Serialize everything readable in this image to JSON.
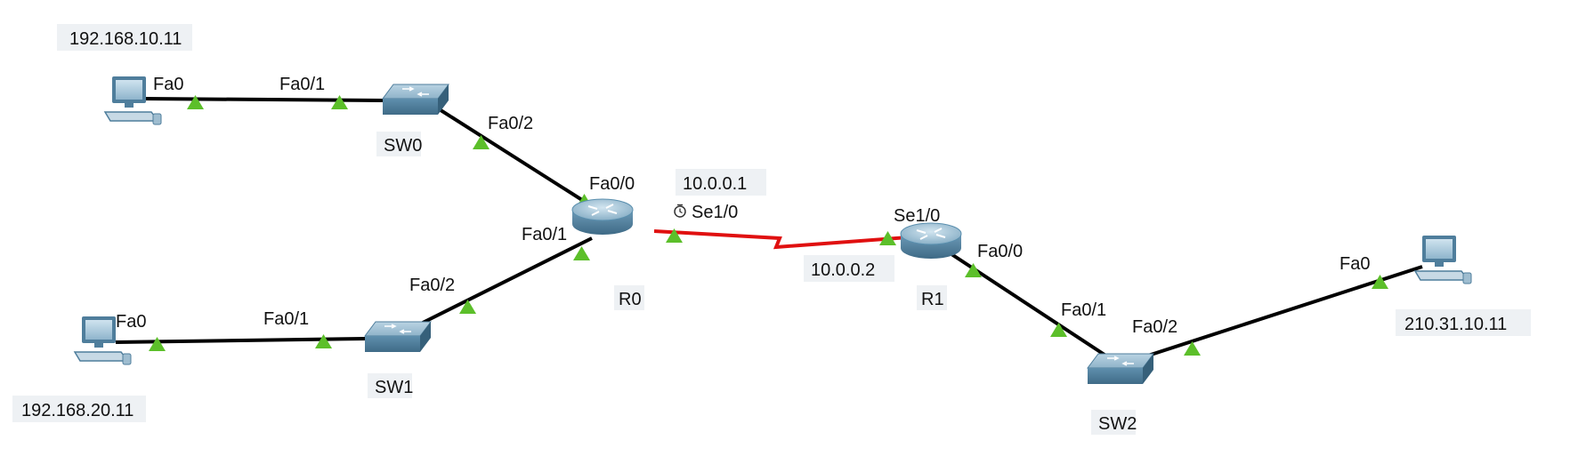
{
  "devices": {
    "pc0": {
      "ip": "192.168.10.11"
    },
    "pc1": {
      "ip": "192.168.20.11"
    },
    "pc2": {
      "ip": "210.31.10.11"
    },
    "sw0": {
      "name": "SW0"
    },
    "sw1": {
      "name": "SW1"
    },
    "sw2": {
      "name": "SW2"
    },
    "r0": {
      "name": "R0",
      "serial_ip": "10.0.0.1"
    },
    "r1": {
      "name": "R1",
      "serial_ip": "10.0.0.2"
    }
  },
  "ports": {
    "pc0_fa0": "Fa0",
    "sw0_fa01": "Fa0/1",
    "sw0_fa02": "Fa0/2",
    "r0_fa00": "Fa0/0",
    "r0_fa01": "Fa0/1",
    "r0_se10": "Se1/0",
    "sw1_fa02": "Fa0/2",
    "sw1_fa01": "Fa0/1",
    "pc1_fa0": "Fa0",
    "r1_se10": "Se1/0",
    "r1_fa00": "Fa0/0",
    "sw2_fa01": "Fa0/1",
    "sw2_fa02": "Fa0/2",
    "pc2_fa0": "Fa0"
  },
  "colors": {
    "ethernet_link": "#000000",
    "serial_link": "#e01010",
    "port_up": "#5cbf2a",
    "device_blue": "#5a8fae"
  }
}
